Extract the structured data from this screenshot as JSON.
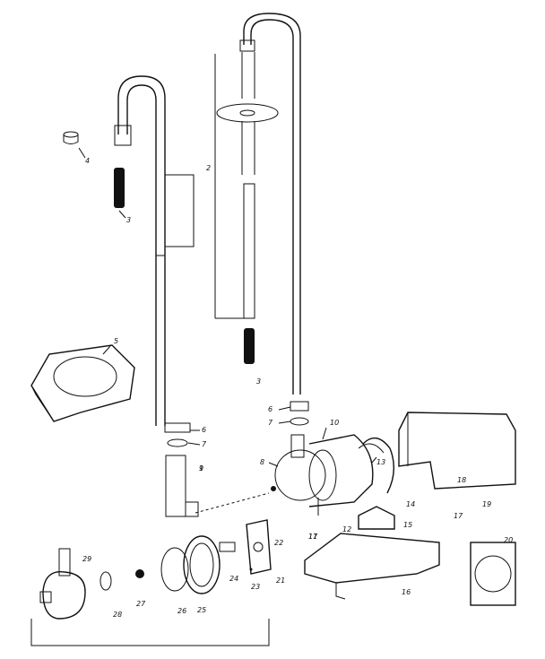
{
  "parts": [
    {
      "number": "1"
    },
    {
      "number": "2"
    },
    {
      "number": "3"
    },
    {
      "number": "3"
    },
    {
      "number": "4"
    },
    {
      "number": "5"
    },
    {
      "number": "6"
    },
    {
      "number": "6"
    },
    {
      "number": "7"
    },
    {
      "number": "7"
    },
    {
      "number": "8"
    },
    {
      "number": "9"
    },
    {
      "number": "10"
    },
    {
      "number": "11"
    },
    {
      "number": "12"
    },
    {
      "number": "13"
    },
    {
      "number": "14"
    },
    {
      "number": "15"
    },
    {
      "number": "16"
    },
    {
      "number": "17"
    },
    {
      "number": "17"
    },
    {
      "number": "18"
    },
    {
      "number": "19"
    },
    {
      "number": "20"
    },
    {
      "number": "21"
    },
    {
      "number": "22"
    },
    {
      "number": "23"
    },
    {
      "number": "24"
    },
    {
      "number": "25"
    },
    {
      "number": "26"
    },
    {
      "number": "27"
    },
    {
      "number": "28"
    },
    {
      "number": "29"
    }
  ]
}
